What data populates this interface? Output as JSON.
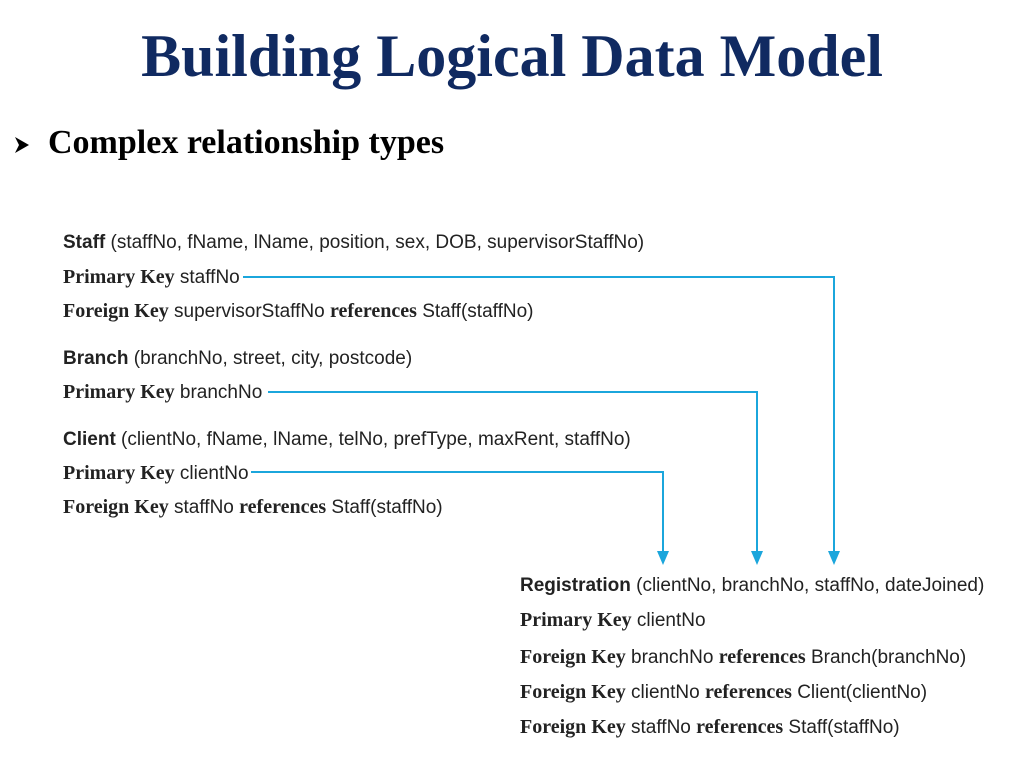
{
  "title": "Building Logical Data Model",
  "bullet": {
    "text": "Complex relationship types"
  },
  "relations": {
    "staff": {
      "name": "Staff",
      "attributes": " (staffNo, fName, lName, position, sex, DOB, supervisorStaffNo)",
      "pk_label": "Primary Key",
      "pk_value": " staffNo",
      "fk_label": "Foreign Key",
      "fk_value": " supervisorStaffNo ",
      "fk_ref_label": "references",
      "fk_ref_value": " Staff(staffNo)"
    },
    "branch": {
      "name": "Branch",
      "attributes": " (branchNo, street, city, postcode)",
      "pk_label": "Primary Key",
      "pk_value": " branchNo"
    },
    "client": {
      "name": "Client",
      "attributes": " (clientNo, fName, lName, telNo, prefType, maxRent, staffNo)",
      "pk_label": "Primary Key",
      "pk_value": " clientNo",
      "fk_label": "Foreign Key",
      "fk_value": " staffNo ",
      "fk_ref_label": "references",
      "fk_ref_value": " Staff(staffNo)"
    },
    "registration": {
      "name": "Registration",
      "attributes": " (clientNo, branchNo, staffNo, dateJoined)",
      "pk_label": "Primary Key",
      "pk_value": " clientNo",
      "fk1_label": "Foreign Key",
      "fk1_value": " branchNo ",
      "fk1_ref_label": "references",
      "fk1_ref_value": " Branch(branchNo)",
      "fk2_label": "Foreign Key",
      "fk2_value": " clientNo ",
      "fk2_ref_label": "references",
      "fk2_ref_value": " Client(clientNo)",
      "fk3_label": "Foreign Key",
      "fk3_value": " staffNo ",
      "fk3_ref_label": "references",
      "fk3_ref_value": " Staff(staffNo)"
    }
  },
  "colors": {
    "title": "#102a61",
    "connector": "#1ba6dc",
    "text": "#222222"
  }
}
